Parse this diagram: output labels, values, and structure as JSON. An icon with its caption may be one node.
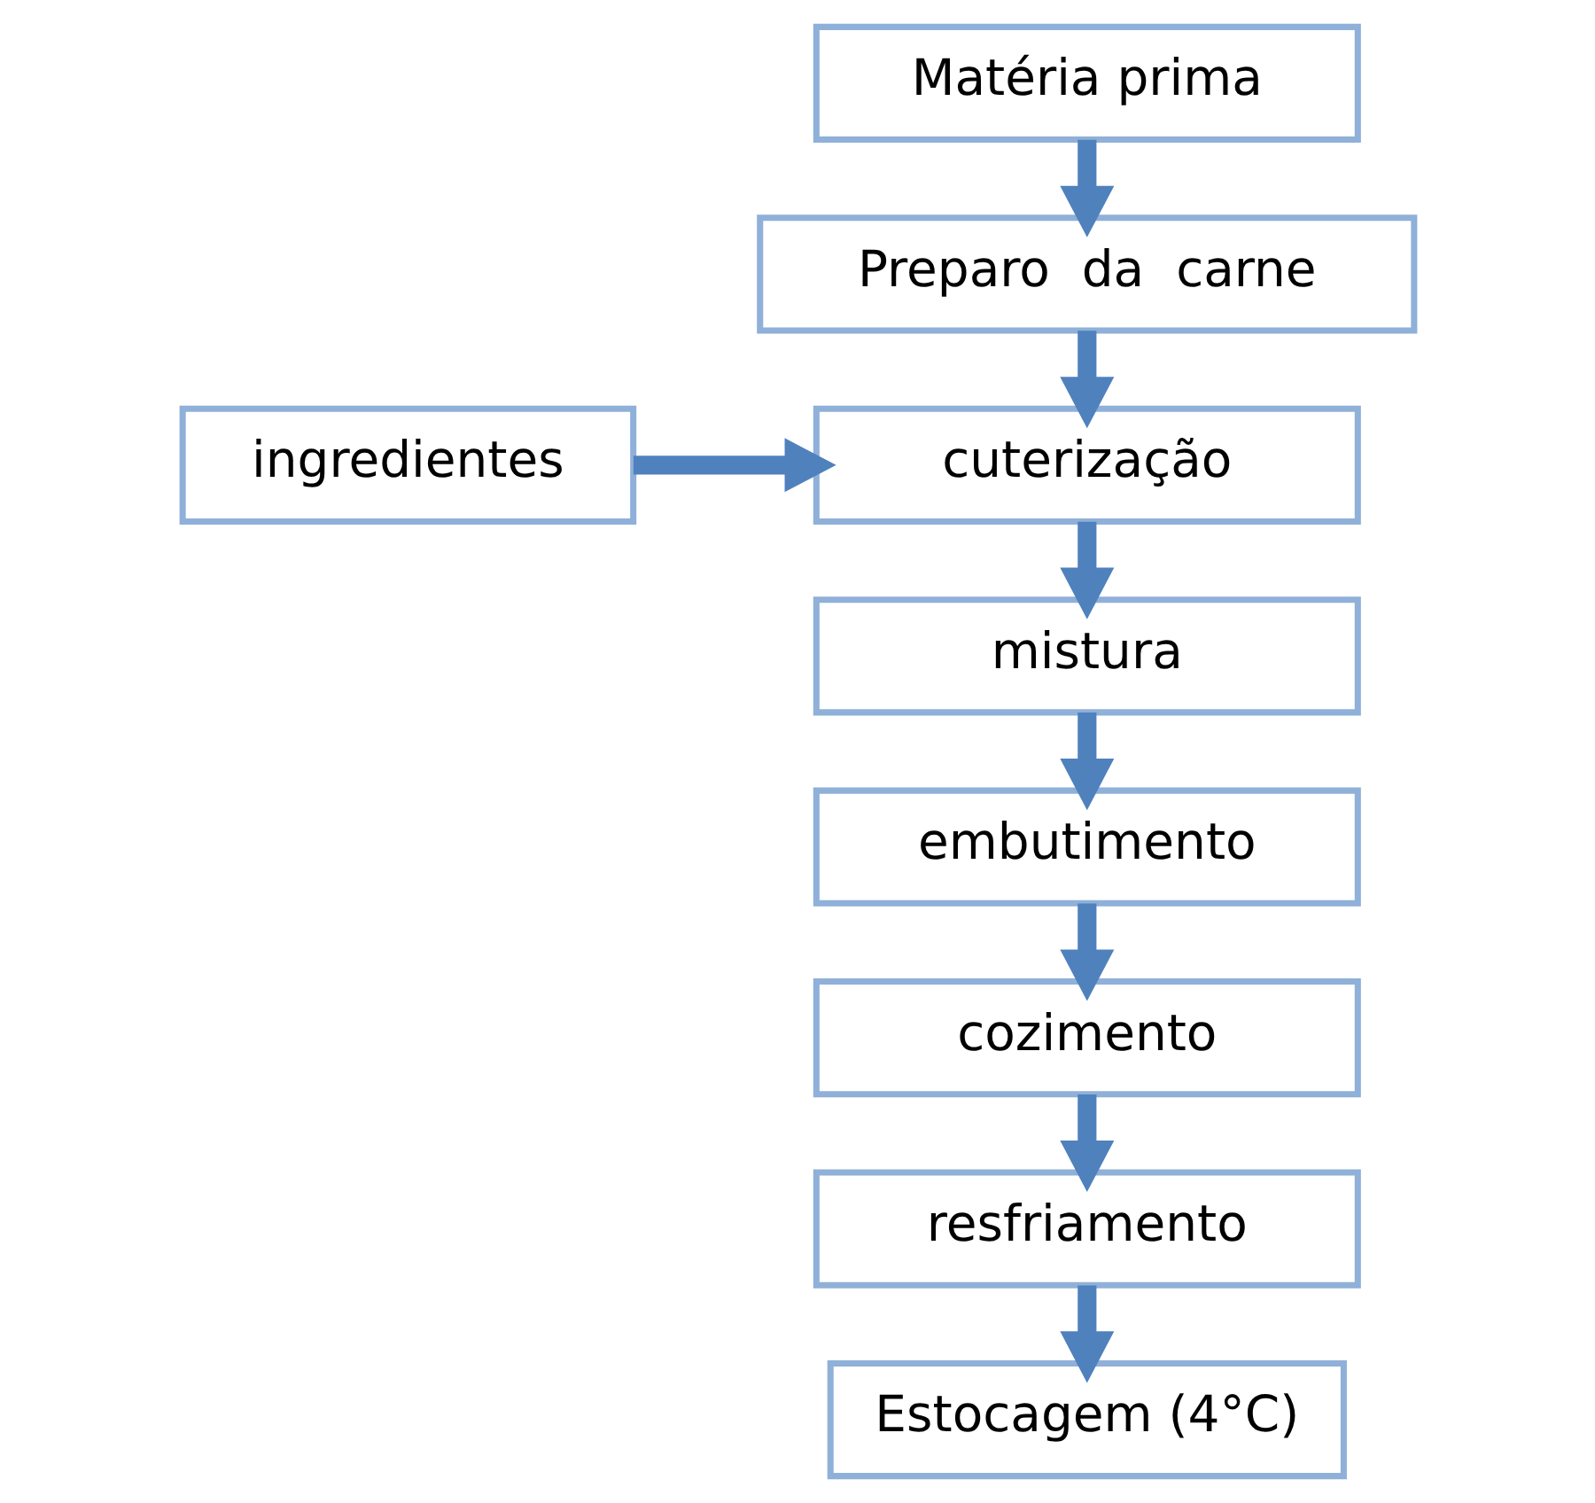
{
  "diagram": {
    "nodes": [
      {
        "text": [
          "Matéria prima"
        ]
      },
      {
        "text": [
          "Preparo  da  carne"
        ]
      },
      {
        "text": [
          "cuterização"
        ]
      },
      {
        "text": [
          "ingredientes"
        ]
      },
      {
        "text": [
          "mistura"
        ]
      },
      {
        "text": [
          "embutimento"
        ]
      },
      {
        "text": [
          "cozimento"
        ]
      },
      {
        "text": [
          "resfriamento"
        ]
      },
      {
        "text": [
          "Estocagem (4°C)"
        ]
      }
    ],
    "edges": [
      {
        "from": 0,
        "to": 1,
        "arrow": "to"
      },
      {
        "from": 1,
        "to": 2,
        "arrow": "to"
      },
      {
        "from": 3,
        "to": 2,
        "arrow": "to"
      },
      {
        "from": 2,
        "to": 4,
        "arrow": "to"
      },
      {
        "from": 4,
        "to": 5,
        "arrow": "to"
      },
      {
        "from": 5,
        "to": 6,
        "arrow": "to"
      },
      {
        "from": 6,
        "to": 7,
        "arrow": "to"
      },
      {
        "from": 7,
        "to": 8,
        "arrow": "to"
      }
    ]
  }
}
